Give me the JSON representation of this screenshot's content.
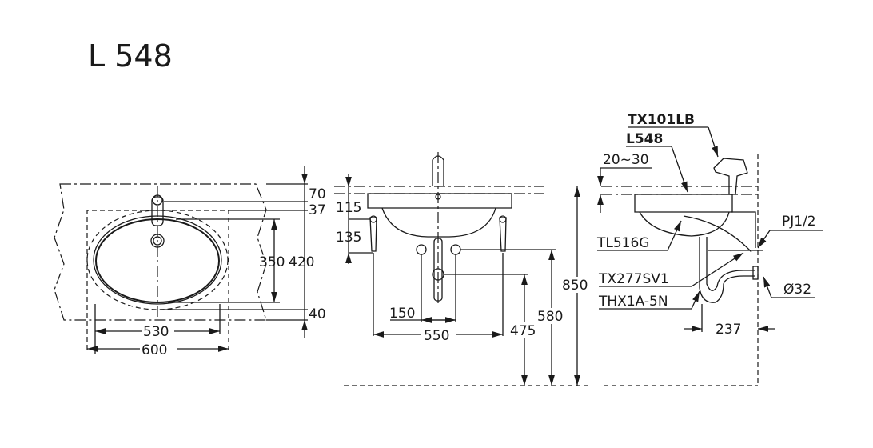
{
  "title": "L 548",
  "plan_view": {
    "dims": {
      "d70": "70",
      "d37": "37",
      "d350": "350",
      "d420": "420",
      "d40": "40",
      "d530": "530",
      "d600": "600"
    }
  },
  "front_view": {
    "dims": {
      "d115": "115",
      "d135": "135",
      "d150": "150",
      "d550": "550",
      "d475": "475",
      "d580": "580",
      "d850": "850"
    }
  },
  "side_view": {
    "parts": {
      "faucet": "TX101LB",
      "basin": "L548",
      "valve": "TL516G",
      "pj": "PJ1/2",
      "stop": "TX277SV1",
      "trap": "THX1A-5N",
      "outlet": "Ø32"
    },
    "dims": {
      "d2030": "20~30",
      "d237": "237"
    }
  }
}
